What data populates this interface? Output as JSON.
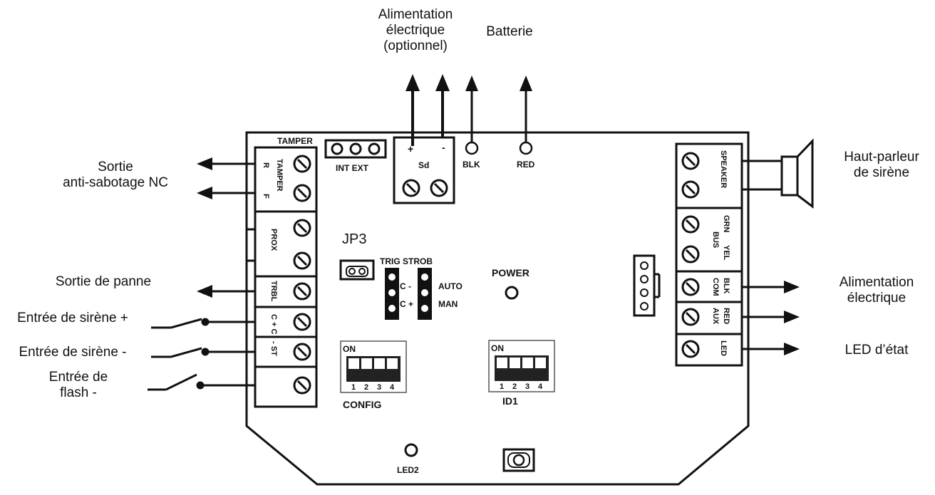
{
  "labels": {
    "power_optional_line1": "Alimentation",
    "power_optional_line2": "électrique",
    "power_optional_line3": "(optionnel)",
    "battery": "Batterie",
    "speaker_line1": "Haut-parleur",
    "speaker_line2": "de sirène",
    "tamper_out_line1": "Sortie",
    "tamper_out_line2": "anti-sabotage NC",
    "trouble_out": "Sortie de panne",
    "siren_in_plus": "Entrée de sirène +",
    "siren_in_minus": "Entrée de sirène -",
    "flash_in_line1": "Entrée de",
    "flash_in_line2": "flash -",
    "power_out_line1": "Alimentation",
    "power_out_line2": "électrique",
    "status_led": "LED d’état"
  },
  "board": {
    "tamper_header": "TAMPER",
    "int_ext": "INT EXT",
    "sd_plus": "+",
    "sd_minus": "-",
    "sd": "Sd",
    "blk": "BLK",
    "red": "RED",
    "jp3": "JP3",
    "trig_strob": "TRIG STROB",
    "c_minus": "C -",
    "c_plus": "C +",
    "auto": "AUTO",
    "man": "MAN",
    "power": "POWER",
    "on": "ON",
    "dip_nums": [
      "1",
      "2",
      "3",
      "4"
    ],
    "config": "CONFIG",
    "id1": "ID1",
    "led2": "LED2",
    "left_terminals": {
      "tamper": "TAMPER",
      "r": "R",
      "f": "F",
      "prox": "PROX",
      "trbl": "TRBL",
      "c_plus_c": "C + C",
      "minus_st": "- ST"
    },
    "right_terminals": {
      "speaker": "SPEAKER",
      "bus": "BUS",
      "grn": "GRN",
      "yel": "YEL",
      "com": "COM",
      "blk": "BLK",
      "aux": "AUX",
      "red": "RED",
      "led": "LED"
    }
  }
}
